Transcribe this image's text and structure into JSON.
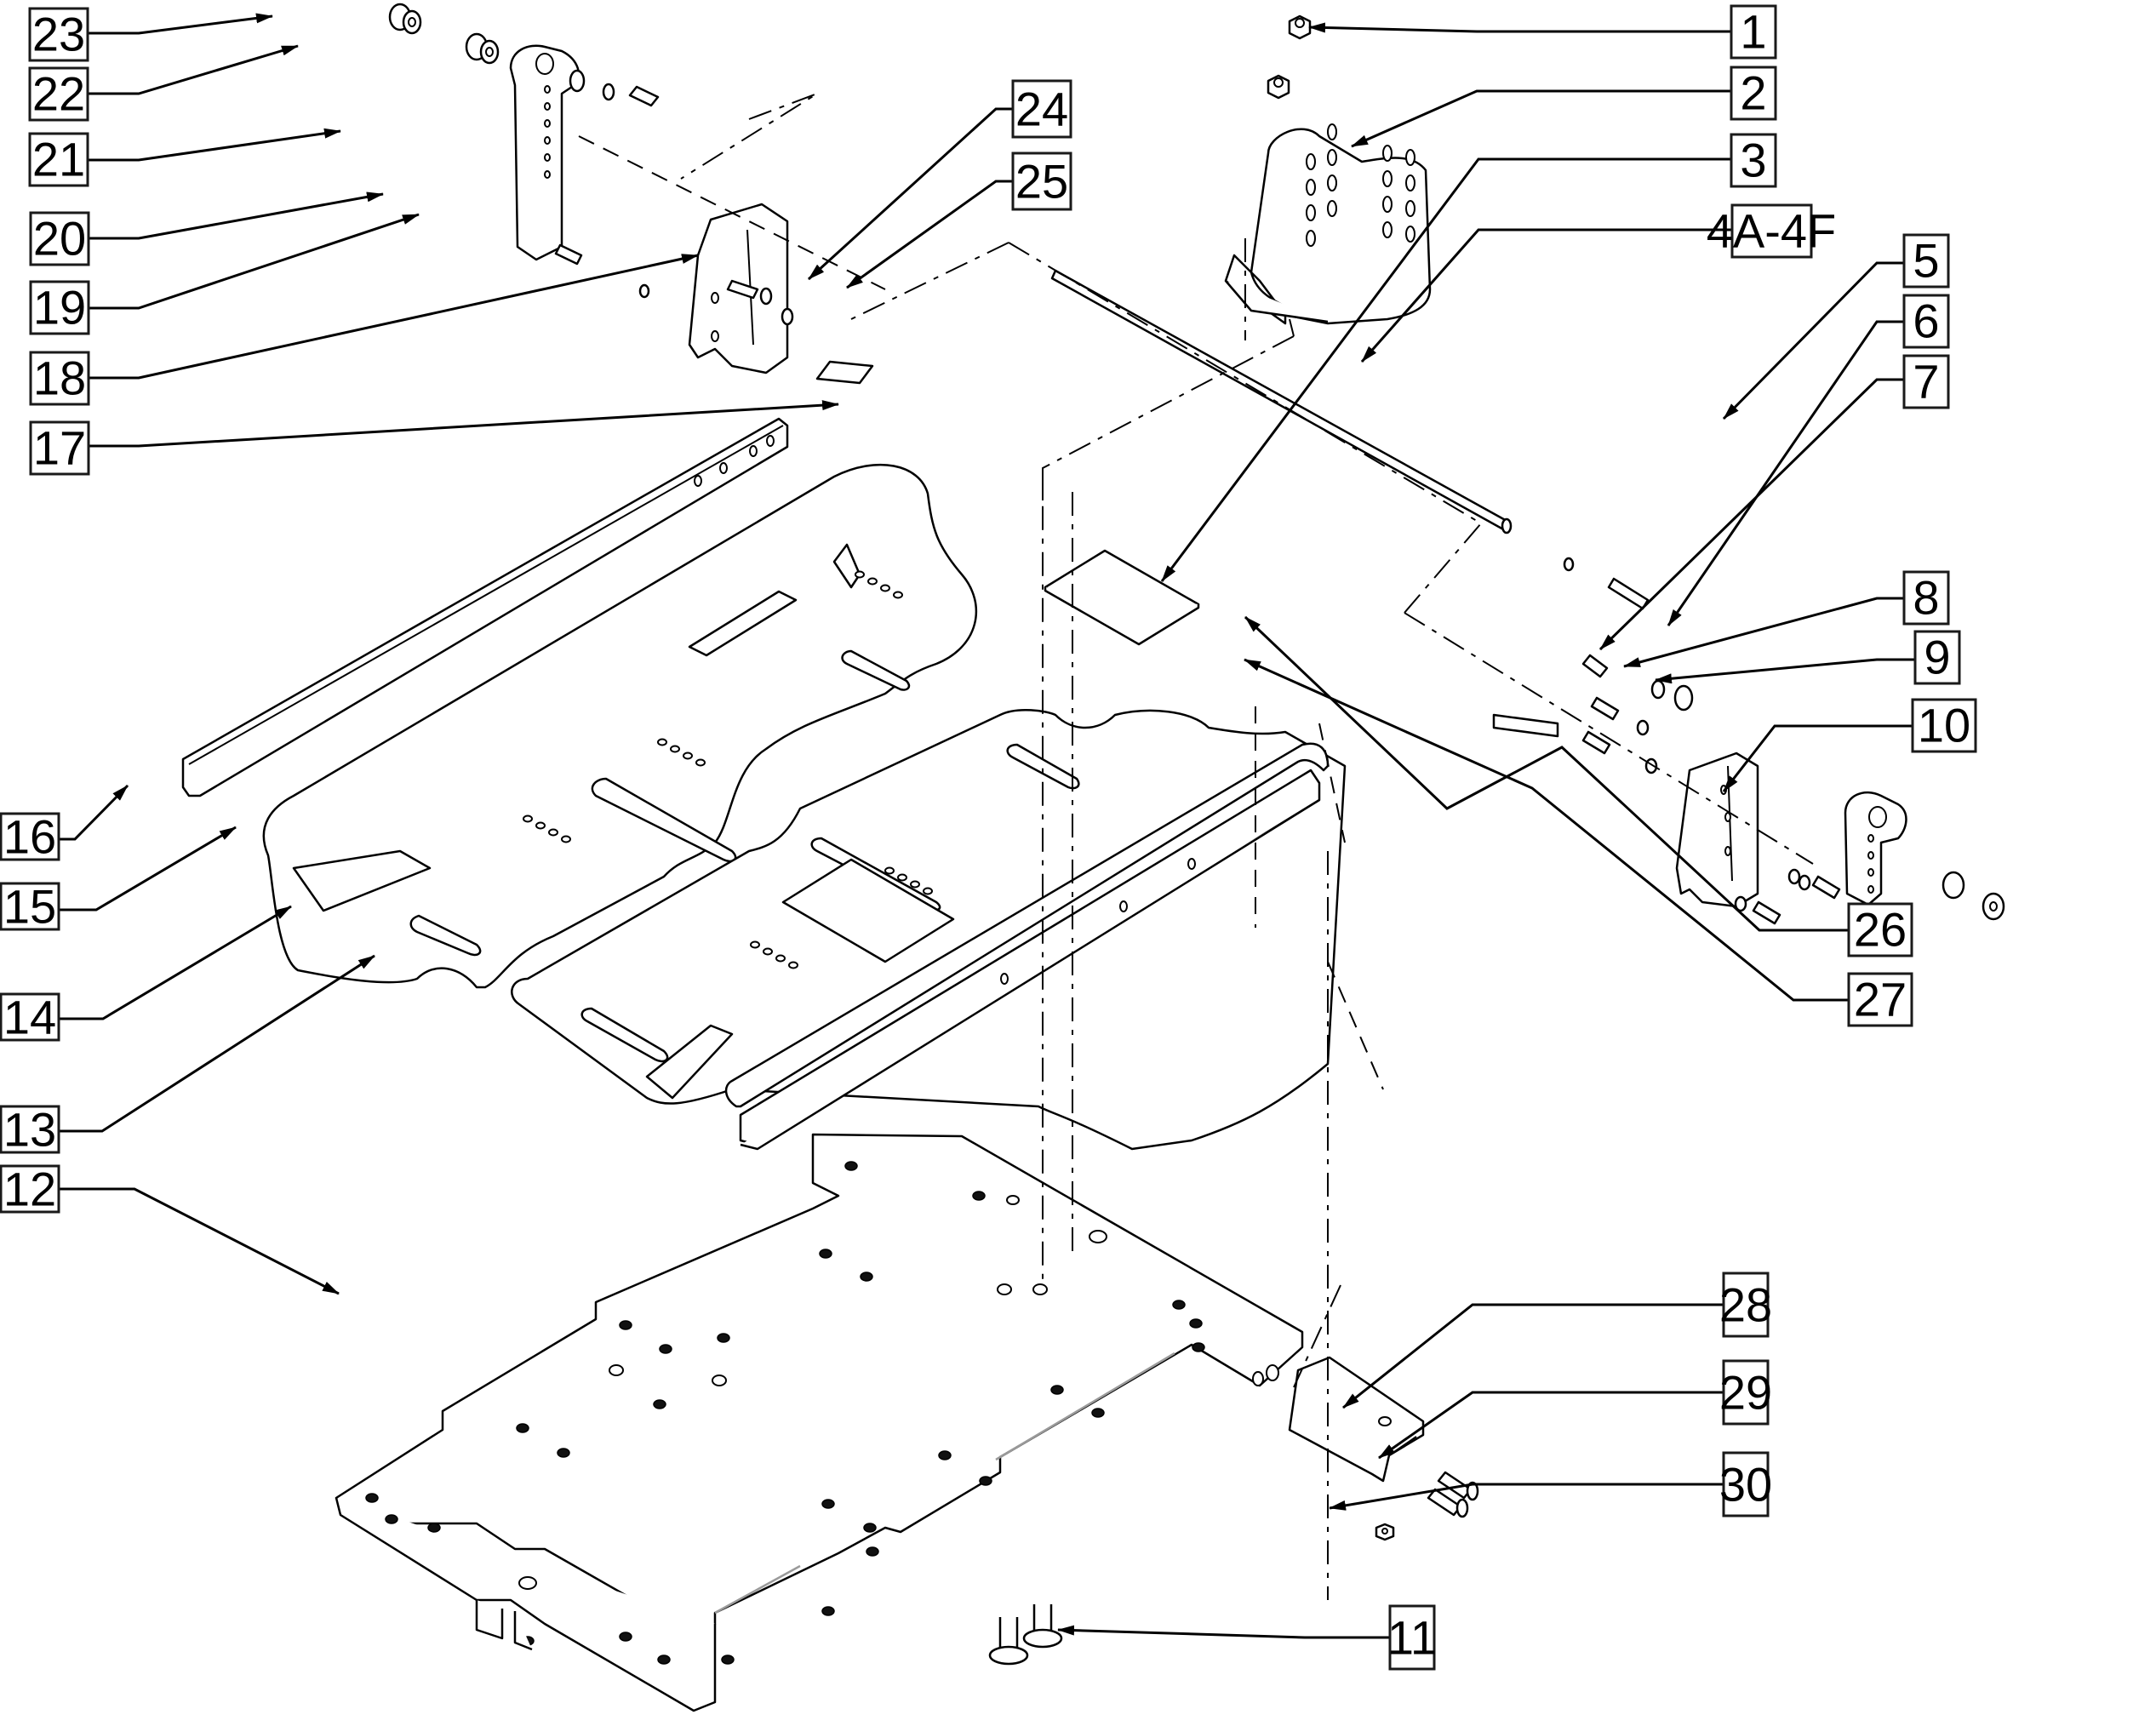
{
  "diagram": {
    "type": "exploded-parts-diagram",
    "subject": "seat frame / mounting plate assembly",
    "colors": {
      "line": "#000000",
      "background": "#ffffff",
      "box_border": "#1a1a1a"
    },
    "callouts": [
      {
        "id": "c1",
        "label": "1",
        "part": "lock nut (pair)"
      },
      {
        "id": "c2",
        "label": "2",
        "part": "side mounting bracket with hole pattern"
      },
      {
        "id": "c3",
        "label": "3",
        "part": "pad / label plate"
      },
      {
        "id": "c4",
        "label": "4A-4F",
        "part": "rod / tube"
      },
      {
        "id": "c5",
        "label": "5",
        "part": "washer"
      },
      {
        "id": "c6",
        "label": "6",
        "part": "long screw"
      },
      {
        "id": "c7",
        "label": "7",
        "part": "hex bolt"
      },
      {
        "id": "c8",
        "label": "8",
        "part": "lock washer"
      },
      {
        "id": "c9",
        "label": "9",
        "part": "spacer ring"
      },
      {
        "id": "c10",
        "label": "10",
        "part": "washer"
      },
      {
        "id": "c11",
        "label": "11",
        "part": "flat head screws"
      },
      {
        "id": "c12",
        "label": "12",
        "part": "base plate"
      },
      {
        "id": "c13",
        "label": "13",
        "part": "right seat pan"
      },
      {
        "id": "c14",
        "label": "14",
        "part": "left seat pan"
      },
      {
        "id": "c15",
        "label": "15",
        "part": "button head screw"
      },
      {
        "id": "c16",
        "label": "16",
        "part": "left side rail"
      },
      {
        "id": "c17",
        "label": "17",
        "part": "rail strip"
      },
      {
        "id": "c18",
        "label": "18",
        "part": "left hinge bracket"
      },
      {
        "id": "c19",
        "label": "19",
        "part": "washer"
      },
      {
        "id": "c20",
        "label": "20",
        "part": "socket head screw"
      },
      {
        "id": "c21",
        "label": "21",
        "part": "left adjustment arm"
      },
      {
        "id": "c22",
        "label": "22",
        "part": "bushing"
      },
      {
        "id": "c23",
        "label": "23",
        "part": "flanged bushing"
      },
      {
        "id": "c24",
        "label": "24",
        "part": "washer"
      },
      {
        "id": "c25",
        "label": "25",
        "part": "screw"
      },
      {
        "id": "c26",
        "label": "26",
        "part": "hex bolt"
      },
      {
        "id": "c27",
        "label": "27",
        "part": "washer"
      },
      {
        "id": "c28",
        "label": "28",
        "part": "wedge bracket"
      },
      {
        "id": "c29",
        "label": "29",
        "part": "socket head screws"
      },
      {
        "id": "c30",
        "label": "30",
        "part": "nut"
      }
    ]
  }
}
